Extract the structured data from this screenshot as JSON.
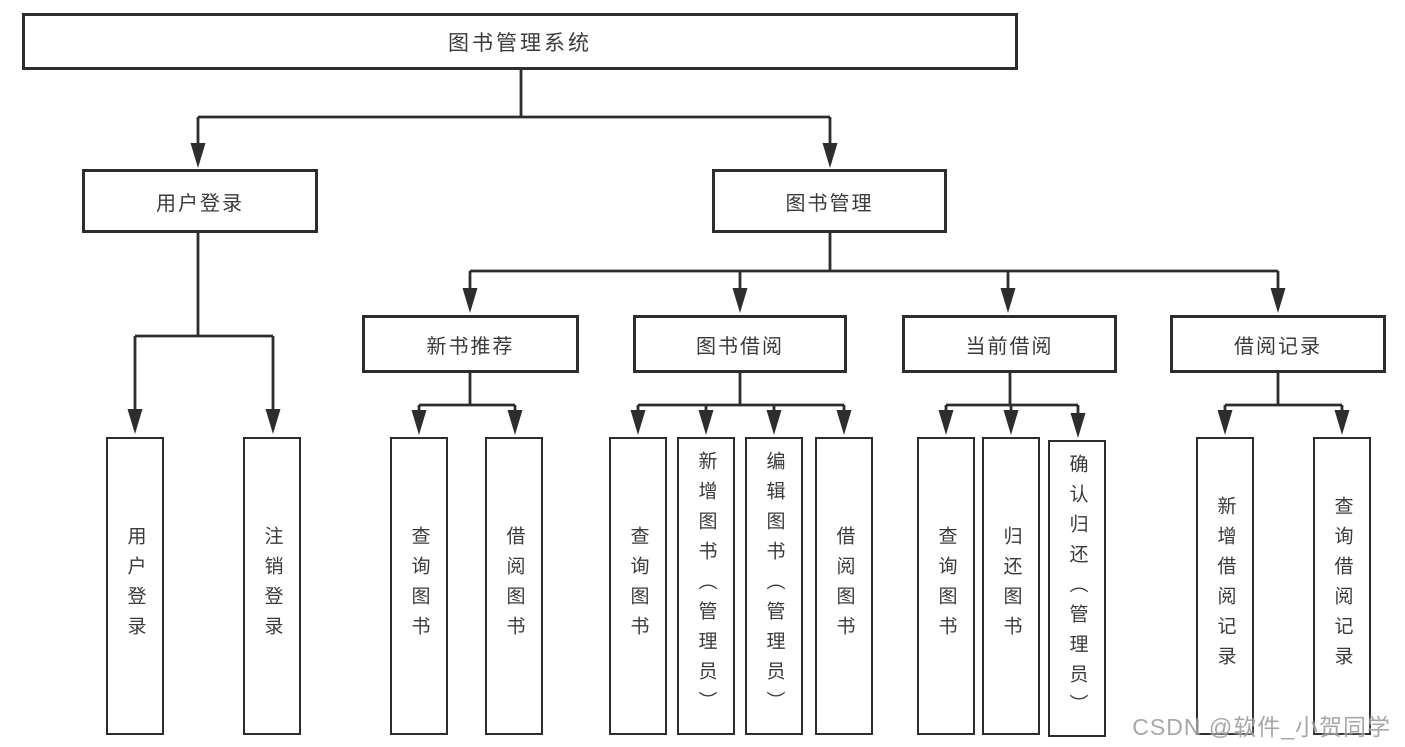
{
  "diagram_type": "hierarchy-tree",
  "tree": {
    "label": "图书管理系统",
    "children": [
      {
        "label": "用户登录",
        "children": [
          {
            "label": "用户登录"
          },
          {
            "label": "注销登录"
          }
        ]
      },
      {
        "label": "图书管理",
        "children": [
          {
            "label": "新书推荐",
            "children": [
              {
                "label": "查询图书"
              },
              {
                "label": "借阅图书"
              }
            ]
          },
          {
            "label": "图书借阅",
            "children": [
              {
                "label": "查询图书"
              },
              {
                "label": "新增图书（管理员）"
              },
              {
                "label": "编辑图书（管理员）"
              },
              {
                "label": "借阅图书"
              }
            ]
          },
          {
            "label": "当前借阅",
            "children": [
              {
                "label": "查询图书"
              },
              {
                "label": "归还图书"
              },
              {
                "label": "确认归还（管理员）"
              }
            ]
          },
          {
            "label": "借阅记录",
            "children": [
              {
                "label": "新增借阅记录"
              },
              {
                "label": "查询借阅记录"
              }
            ]
          }
        ]
      }
    ]
  },
  "watermark": "CSDN @软件_小贺同学",
  "colors": {
    "line": "#2d2d2d",
    "text": "#3a3a3a",
    "background": "#ffffff",
    "watermark": "#9b9b9b"
  }
}
